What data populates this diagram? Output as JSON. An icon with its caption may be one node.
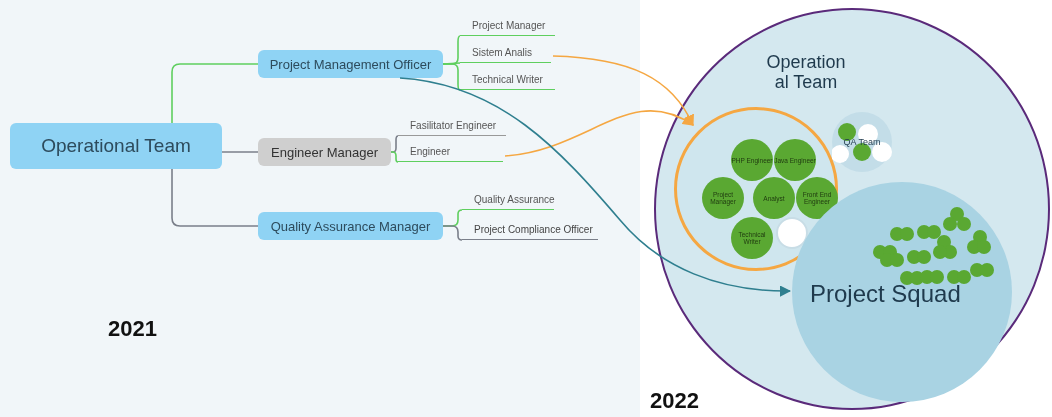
{
  "diagram": {
    "nodes": [
      {
        "text": [
          "Operational Team"
        ]
      },
      {
        "text": [
          "Project Management Officer"
        ]
      },
      {
        "text": [
          "Project Manager"
        ]
      },
      {
        "text": [
          "Sistem Analis"
        ]
      },
      {
        "text": [
          "Technical Writer"
        ]
      },
      {
        "text": [
          "Engineer Manager"
        ]
      },
      {
        "text": [
          "Fasilitator Engineer"
        ]
      },
      {
        "text": [
          "Engineer"
        ]
      },
      {
        "text": [
          "Quality Assurance Manager"
        ]
      },
      {
        "text": [
          "Quality Assurance"
        ]
      },
      {
        "text": [
          "Project Compliance Officer"
        ]
      },
      {
        "text": [
          "Operation al Team"
        ]
      },
      {
        "text": [],
        "shape": "circle",
        "in": 11
      },
      {
        "text": [
          "PHP Engineer"
        ],
        "in": 12
      },
      {
        "text": [
          "Java Engineer"
        ],
        "in": 12
      },
      {
        "text": [
          "Project Manager"
        ],
        "in": 12
      },
      {
        "text": [
          "Analyst"
        ],
        "in": 12
      },
      {
        "text": [
          "Front End Engineer"
        ],
        "in": 12
      },
      {
        "text": [
          "Technical Writer"
        ],
        "in": 12
      },
      {
        "text": [],
        "shape": "circle",
        "in": 12
      },
      {
        "text": [
          "QA Team"
        ],
        "in": 11
      },
      {
        "text": [
          "Project Squad"
        ],
        "in": 11
      }
    ],
    "edges": [
      {
        "from": 0,
        "to": 1,
        "arrow": "none",
        "color": "#5fcf5f"
      },
      {
        "from": 0,
        "to": 5,
        "arrow": "none",
        "color": "#7a7f8a"
      },
      {
        "from": 0,
        "to": 8,
        "arrow": "none",
        "color": "#7a7f8a"
      },
      {
        "from": 1,
        "to": 2,
        "arrow": "none",
        "color": "#5fcf5f"
      },
      {
        "from": 1,
        "to": 3,
        "arrow": "none",
        "color": "#5fcf5f"
      },
      {
        "from": 1,
        "to": 4,
        "arrow": "none",
        "color": "#5fcf5f"
      },
      {
        "from": 5,
        "to": 6,
        "arrow": "none",
        "color": "#7a7f8a"
      },
      {
        "from": 5,
        "to": 7,
        "arrow": "none",
        "color": "#5fcf5f"
      },
      {
        "from": 8,
        "to": 9,
        "arrow": "none",
        "color": "#5fcf5f"
      },
      {
        "from": 8,
        "to": 10,
        "arrow": "none",
        "color": "#7a7f8a"
      },
      {
        "from": 3,
        "to": 12,
        "arrow": "to",
        "color": "#f5a742"
      },
      {
        "from": 7,
        "to": 12,
        "arrow": "to",
        "color": "#f5a742"
      },
      {
        "from": 1,
        "to": 21,
        "arrow": "to",
        "color": "#2f7f8f"
      }
    ],
    "labels": [
      "2021",
      "2022"
    ]
  }
}
